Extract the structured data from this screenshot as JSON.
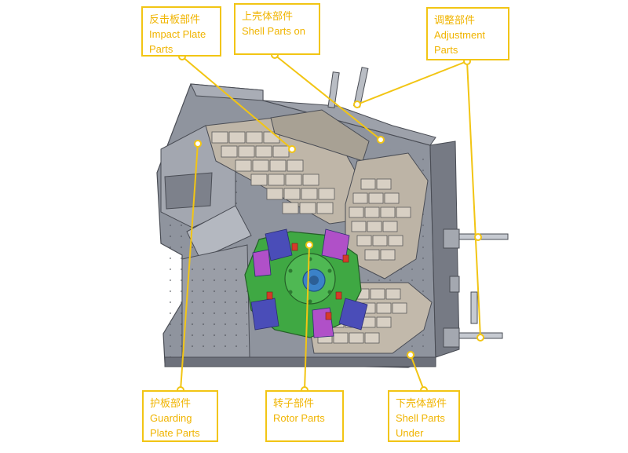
{
  "colors": {
    "callout_border": "#f2c514",
    "callout_text": "#f0b400",
    "machine_body": "#8f949e",
    "machine_dark": "#5e626c",
    "liner_plates": "#cfc6b8",
    "rotor_green": "#3fa843",
    "hammer_blue": "#4a4db8",
    "hammer_magenta": "#b050c8",
    "bolt_red": "#d63a2a"
  },
  "callouts": [
    {
      "id": "impact-plate",
      "zh": "反击板部件",
      "en1": "Impact Plate",
      "en2": "Parts"
    },
    {
      "id": "shell-on",
      "zh": "上壳体部件",
      "en1": "Shell Parts on"
    },
    {
      "id": "adjustment",
      "zh": "调整部件",
      "en1": "Adjustment",
      "en2": "Parts"
    },
    {
      "id": "guarding-plate",
      "zh": "护板部件",
      "en1": "Guarding",
      "en2": "Plate Parts"
    },
    {
      "id": "rotor",
      "zh": "转子部件",
      "en1": "Rotor Parts"
    },
    {
      "id": "shell-under",
      "zh": "下壳体部件",
      "en1": "Shell Parts",
      "en2": "Under"
    }
  ]
}
